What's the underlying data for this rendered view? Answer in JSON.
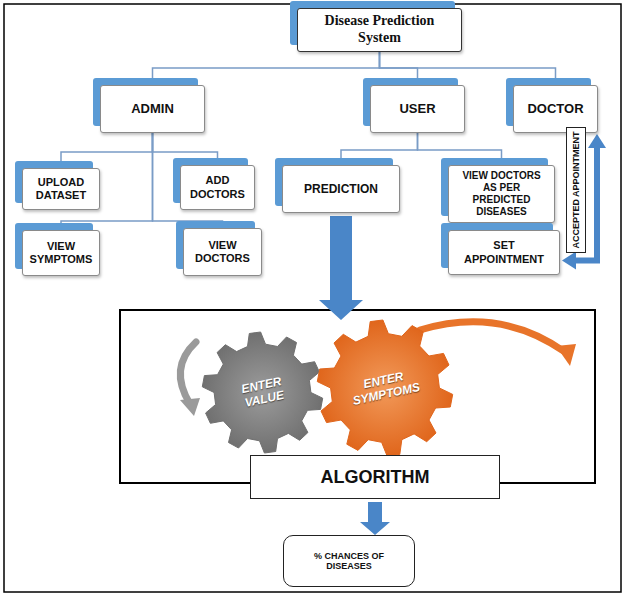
{
  "diagram": {
    "nodes": [
      {
        "text": [
          "Disease Prediction System"
        ]
      },
      {
        "text": [
          "ADMIN"
        ]
      },
      {
        "text": [
          "USER"
        ]
      },
      {
        "text": [
          "DOCTOR"
        ]
      },
      {
        "text": [
          "UPLOAD DATASET"
        ]
      },
      {
        "text": [
          "ADD DOCTORS"
        ]
      },
      {
        "text": [
          "VIEW SYMPTOMS"
        ]
      },
      {
        "text": [
          "VIEW DOCTORS"
        ]
      },
      {
        "text": [
          "PREDICTION"
        ]
      },
      {
        "text": [
          "VIEW DOCTORS AS PER PREDICTED DISEASES"
        ]
      },
      {
        "text": [
          "SET APPOINTMENT"
        ]
      },
      {
        "text": [
          "ENTER VALUE"
        ]
      },
      {
        "text": [
          "ENTER SYMPTOMS"
        ]
      },
      {
        "text": [
          "ALGORITHM"
        ]
      },
      {
        "text": [
          "% CHANCES OF DISEASES"
        ]
      }
    ],
    "edges": [
      {
        "from": 0,
        "to": 1,
        "arrow": "none"
      },
      {
        "from": 0,
        "to": 2,
        "arrow": "none"
      },
      {
        "from": 0,
        "to": 3,
        "arrow": "none"
      },
      {
        "from": 1,
        "to": 4,
        "arrow": "none"
      },
      {
        "from": 1,
        "to": 5,
        "arrow": "none"
      },
      {
        "from": 1,
        "to": 6,
        "arrow": "none"
      },
      {
        "from": 1,
        "to": 7,
        "arrow": "none"
      },
      {
        "from": 2,
        "to": 8,
        "arrow": "none"
      },
      {
        "from": 2,
        "to": 9,
        "arrow": "none"
      },
      {
        "from": 8,
        "to": 12,
        "arrow": "to"
      },
      {
        "from": 13,
        "to": 14,
        "arrow": "to"
      },
      {
        "from": 10,
        "to": 3,
        "label": "ACCEPTED APPOINTMENT",
        "arrow": "both"
      }
    ]
  }
}
